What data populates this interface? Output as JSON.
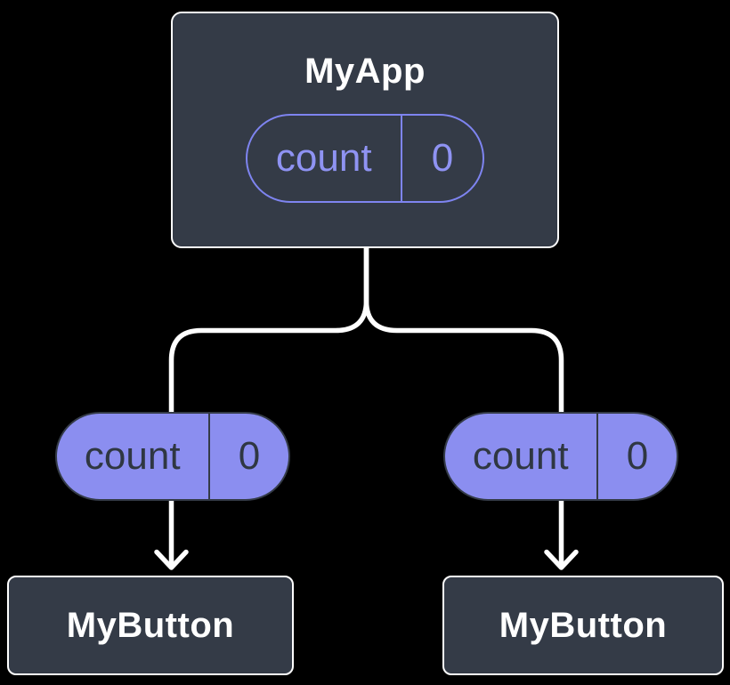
{
  "diagram": {
    "root": {
      "label": "MyApp",
      "state": {
        "name": "count",
        "value": "0"
      }
    },
    "children": [
      {
        "label": "MyButton",
        "prop": {
          "name": "count",
          "value": "0"
        }
      },
      {
        "label": "MyButton",
        "prop": {
          "name": "count",
          "value": "0"
        }
      }
    ],
    "colors": {
      "background": "#000000",
      "node_fill": "#343b47",
      "node_border": "#ffffff",
      "node_text": "#ffffff",
      "pill_fill": "#8b8ef0",
      "pill_dark": "#343b47",
      "pill_outline": "#7e84f0",
      "pill_text_light": "#8f93f3",
      "pill_text_dark": "#2f3742",
      "connector": "#ffffff"
    }
  }
}
